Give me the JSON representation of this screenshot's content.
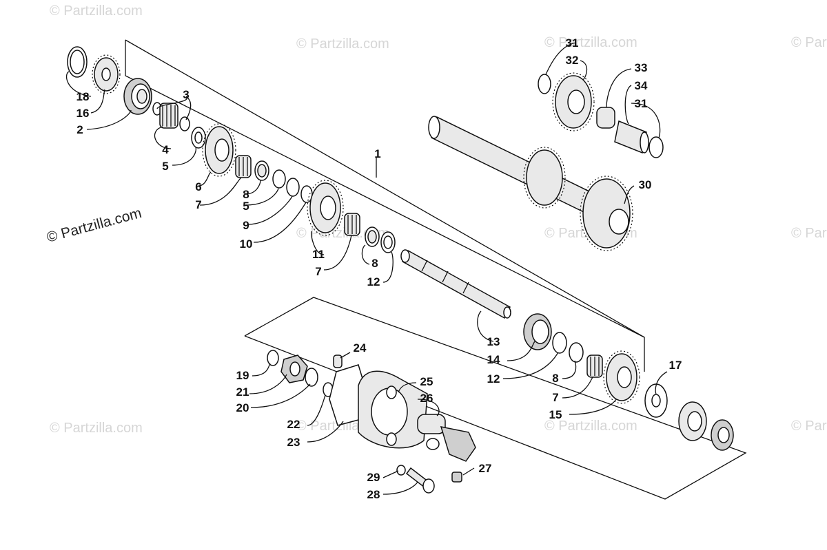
{
  "watermarks": {
    "text": "© Partzilla.com",
    "feature_text": "© Partzilla.com"
  },
  "callouts": [
    "1",
    "2",
    "3",
    "4",
    "5",
    "6",
    "7",
    "8",
    "5",
    "9",
    "10",
    "11",
    "7",
    "8",
    "12",
    "13",
    "14",
    "12",
    "8",
    "7",
    "15",
    "16",
    "17",
    "18",
    "19",
    "20",
    "21",
    "22",
    "23",
    "24",
    "25",
    "26",
    "27",
    "28",
    "29",
    "30",
    "31",
    "32",
    "33",
    "34",
    "31"
  ]
}
